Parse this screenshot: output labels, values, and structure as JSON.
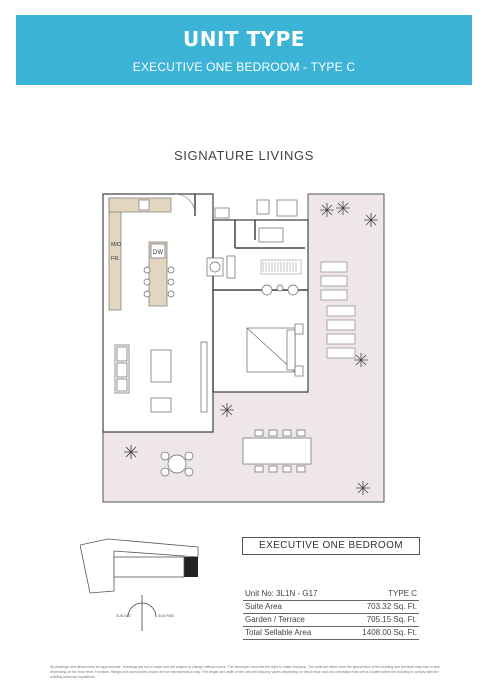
{
  "banner": {
    "title": "UNIT TYPE",
    "subtitle": "EXECUTIVE ONE BEDROOM - TYPE C"
  },
  "section_title": "SIGNATURE LIVINGS",
  "plan_labels": {
    "microwave": "M/D",
    "fridge": "FR.",
    "dishwasher": "DW"
  },
  "keyplan_labels": {
    "left": "SUN SET",
    "right": "SUN RISE"
  },
  "unit_type_name": "EXECUTIVE ONE BEDROOM",
  "areas": {
    "unit_no_label": "Unit No: 3L1N - G17",
    "type": "TYPE C",
    "rows": [
      {
        "label": "Suite Area",
        "value": "703.32 Sq. Ft."
      },
      {
        "label": "Garden / Terrace",
        "value": "705.15 Sq. Ft."
      },
      {
        "label": "Total Sellable Area",
        "value": "1408.00 Sq. Ft."
      }
    ]
  },
  "disclaimer": "All drawings and dimensions are approximate. Drawings are not to scale and are subject to change without notice. The developer reserves the right to make revisions. The units are taken from the typical floor of the building and furniture may vary in size depending on the floor level. Furniture, fittings and accessories shown are for representation only. The length and width of the unit and balcony varies depending on which floor and unit orientation that unit is located within the building to comply with the building authority regulations.",
  "colors": {
    "banner": "#3bb4d8",
    "terrace": "#eee6ea",
    "kitchen": "#e3d6c0"
  }
}
